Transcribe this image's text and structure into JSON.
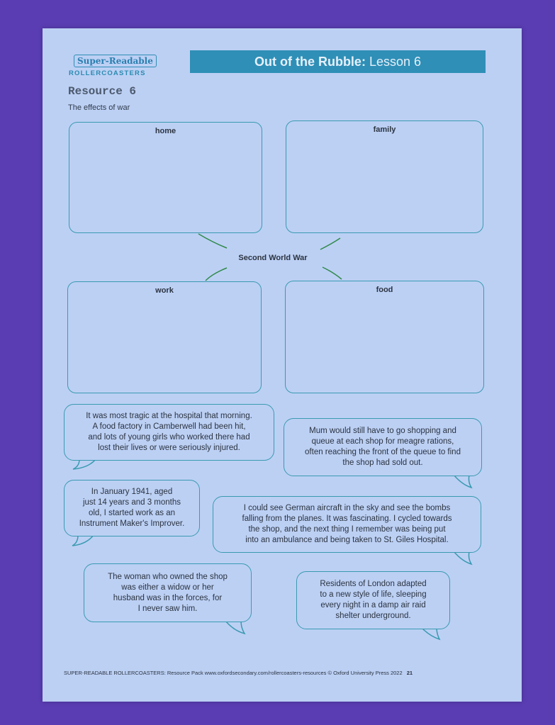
{
  "header": {
    "logo_top": "Super-Readable",
    "logo_bottom": "ROLLERCOASTERS",
    "title_bold": "Out of the Rubble:",
    "title_rest": "Lesson 6"
  },
  "resource": {
    "title": "Resource 6",
    "subtitle": "The effects of war"
  },
  "mindmap": {
    "center": "Second World War",
    "boxes": [
      "home",
      "family",
      "work",
      "food"
    ]
  },
  "quotes": [
    "It was most tragic at the hospital that morning.\nA food factory in Camberwell had been hit,\nand lots of young girls who worked there had\nlost their lives or were seriously injured.",
    "Mum would still have to go shopping and\nqueue at each shop for meagre rations,\noften reaching the front of the queue to find\nthe shop had sold out.",
    "In January 1941, aged\njust 14 years and 3 months\nold, I started work as an\nInstrument Maker's Improver.",
    "I could see German aircraft in the sky and see the bombs\nfalling from the planes. It was fascinating. I cycled towards\nthe shop, and the next thing I remember was being put\ninto an ambulance and being taken to St. Giles Hospital.",
    "The woman who owned the shop\nwas either a widow or her\nhusband was in the forces, for\nI never saw him.",
    "Residents of London adapted\nto a new style of life, sleeping\nevery night in a damp air raid\nshelter underground."
  ],
  "footer": {
    "text": "SUPER-READABLE ROLLERCOASTERS: Resource Pack   www.oxfordsecondary.com/rollercoasters-resources   © Oxford University Press 2022",
    "page": "21"
  },
  "colors": {
    "background": "#5a3db3",
    "paper": "#bcd0f4",
    "accent": "#2f8fb6",
    "border": "#3a9ab0"
  }
}
